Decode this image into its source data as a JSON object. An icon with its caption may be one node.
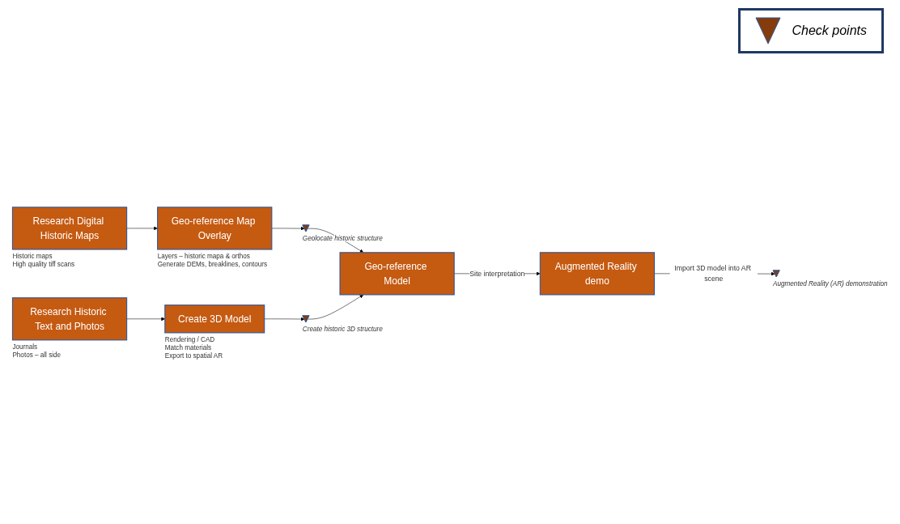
{
  "diagram": {
    "nodes": [
      {
        "text": [
          "Research Digital Historic Maps"
        ],
        "beside": [
          "Historic maps",
          "High quality tiff scans"
        ]
      },
      {
        "text": [
          "Geo-reference Map Overlay"
        ],
        "beside": [
          "Layers – historic mapa & orthos",
          "Generate DEMs, breaklines, contours"
        ]
      },
      {
        "text": [],
        "shape": "triangle",
        "beside": [
          "Geolocate historic structure"
        ]
      },
      {
        "text": [
          "Research Historic Text and Photos"
        ],
        "beside": [
          "Journals",
          "Photos – all side"
        ]
      },
      {
        "text": [
          "Create 3D Model"
        ],
        "beside": [
          "Rendering / CAD",
          "Match materials",
          "Export to spatial AR"
        ]
      },
      {
        "text": [],
        "shape": "triangle",
        "beside": [
          "Create historic 3D structure"
        ]
      },
      {
        "text": [
          "Geo-reference Model"
        ]
      },
      {
        "text": [
          "Augmented Reality demo"
        ]
      },
      {
        "text": [],
        "shape": "triangle",
        "beside": [
          "Augmented Reality (AR) demonstration"
        ]
      }
    ],
    "edges": [
      {
        "from": 0,
        "to": 1,
        "arrow": "to"
      },
      {
        "from": 1,
        "to": 2,
        "arrow": "to"
      },
      {
        "from": 3,
        "to": 4,
        "arrow": "to"
      },
      {
        "from": 4,
        "to": 5,
        "arrow": "to"
      },
      {
        "from": 2,
        "to": 6,
        "arrow": "to"
      },
      {
        "from": 5,
        "to": 6,
        "arrow": "to"
      },
      {
        "from": 6,
        "to": 7,
        "arrow": "to",
        "label": "Site interpretation"
      },
      {
        "from": 7,
        "to": 8,
        "arrow": "to",
        "label": "Import 3D model into AR scene"
      }
    ],
    "legend": [
      {
        "text": "Check points"
      }
    ]
  }
}
